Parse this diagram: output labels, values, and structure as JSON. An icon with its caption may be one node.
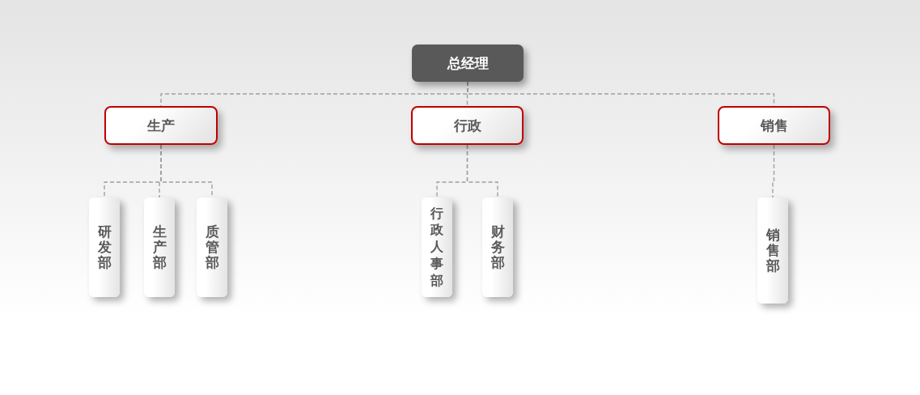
{
  "diagram": {
    "nodes": [
      {
        "text": [
          "总经理"
        ]
      },
      {
        "text": [
          "生产"
        ]
      },
      {
        "text": [
          "行政"
        ]
      },
      {
        "text": [
          "销售"
        ]
      },
      {
        "text": [
          "研发部"
        ]
      },
      {
        "text": [
          "生产部"
        ]
      },
      {
        "text": [
          "质管部"
        ]
      },
      {
        "text": [
          "行政人事部"
        ]
      },
      {
        "text": [
          "财务部"
        ]
      },
      {
        "text": [
          "销售部"
        ]
      }
    ],
    "edges": [
      {
        "from": 0,
        "to": 1,
        "arrow": "none",
        "style": "dashed"
      },
      {
        "from": 0,
        "to": 2,
        "arrow": "none",
        "style": "dashed"
      },
      {
        "from": 0,
        "to": 3,
        "arrow": "none",
        "style": "dashed"
      },
      {
        "from": 1,
        "to": 4,
        "arrow": "none",
        "style": "dashed"
      },
      {
        "from": 1,
        "to": 5,
        "arrow": "none",
        "style": "dashed"
      },
      {
        "from": 1,
        "to": 6,
        "arrow": "none",
        "style": "dashed"
      },
      {
        "from": 2,
        "to": 7,
        "arrow": "none",
        "style": "dashed"
      },
      {
        "from": 2,
        "to": 8,
        "arrow": "none",
        "style": "dashed"
      },
      {
        "from": 3,
        "to": 9,
        "arrow": "none",
        "style": "dashed"
      }
    ]
  }
}
